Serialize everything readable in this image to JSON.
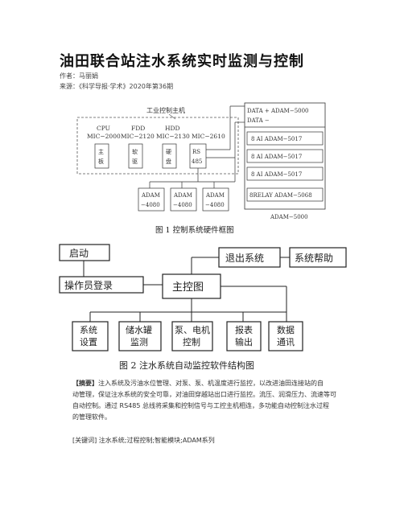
{
  "article": {
    "title": "油田联合站注水系统实时监测与控制",
    "author": "作者：马丽娟",
    "source": "来源：《科学导报·学术》2020年第36期"
  },
  "figure1": {
    "host_label": "工业控制主机",
    "cpu": [
      "CPU",
      "MIC−2000"
    ],
    "fdd": [
      "FDD",
      "MIC−2120"
    ],
    "hdd": [
      "HDD",
      "MIC−2130"
    ],
    "rs": [
      "MIC−2610"
    ],
    "slots": [
      [
        "主",
        "板"
      ],
      [
        "软",
        "驱"
      ],
      [
        "硬",
        "盘"
      ],
      [
        "RS",
        "485"
      ]
    ],
    "adam4080": [
      [
        "ADAM",
        "−4080"
      ],
      [
        "ADAM",
        "−4080"
      ],
      [
        "ADAM",
        "−4080"
      ]
    ],
    "data_box": [
      "DATA +  ADAM−5000",
      "DATA −"
    ],
    "ai_boxes": [
      "8 AI  ADAM−5017",
      "8 AI  ADAM−5017",
      "8 AI  ADAM−5017"
    ],
    "relay_box": "8RELAY  ADAM−5068",
    "bottom_label": "ADAM−5000",
    "caption": "图 1   控制系统硬件框图"
  },
  "figure2": {
    "start": "启动",
    "operator_login": "操作员登录",
    "main": "主控图",
    "exit": "退出系统",
    "help": "系统帮助",
    "modules": [
      [
        "系统",
        "设置"
      ],
      [
        "储水罐",
        "监测"
      ],
      [
        "泵、电机",
        "控制"
      ],
      [
        "报表",
        "输出"
      ],
      [
        "数据",
        "通讯"
      ]
    ],
    "caption": "图 2    注水系统自动监控软件结构图"
  },
  "abstract": {
    "label": "【摘要】",
    "lines": [
      "注入系统及污油水位管理、对泵、泵、机温度进行监控，以改进油田连接站的自",
      "动管理，保证注水系统的安全可靠，对油田穿越站出口进行监控。流压、润滑压力、流速等可",
      "自动控制。通过 RS485 总线将采集和控制信号与工控主机相连，多功能自动控制注水过程",
      "的管理软件。"
    ]
  },
  "keywords": {
    "label": "[关键词]",
    "text": "注水系统;过程控制;智能模块;ADAM系列"
  }
}
